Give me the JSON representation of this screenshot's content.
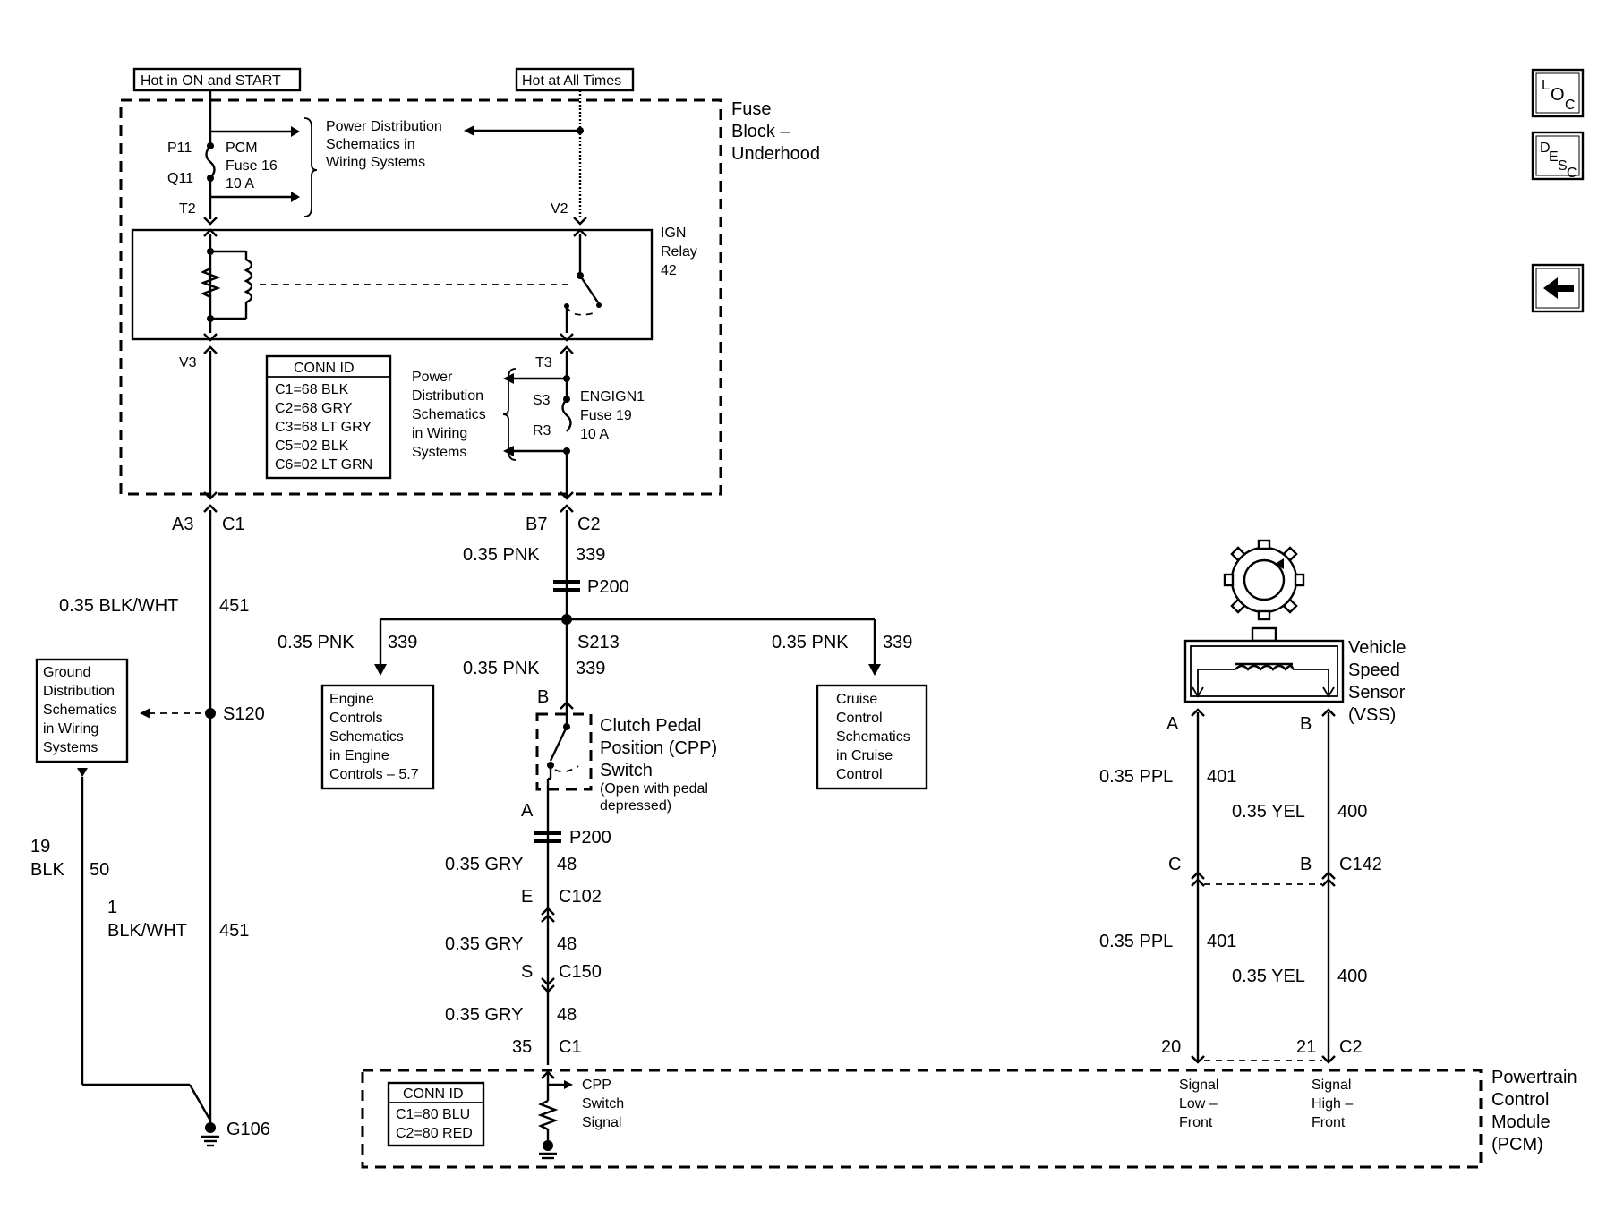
{
  "power_sources": {
    "hot_on_start": "Hot in ON and START",
    "hot_all_times": "Hot at All Times"
  },
  "fuse_block": {
    "title_line1": "Fuse",
    "title_line2": "Block –",
    "title_line3": "Underhood",
    "pd_top_line1": "Power Distribution",
    "pd_top_line2": "Schematics in",
    "pd_top_line3": "Wiring Systems",
    "pcm_fuse_line1": "PCM",
    "pcm_fuse_line2": "Fuse 16",
    "pcm_fuse_line3": "10 A",
    "p11": "P11",
    "q11": "Q11",
    "t2": "T2",
    "v2": "V2",
    "v3": "V3",
    "t3": "T3",
    "s3": "S3",
    "r3": "R3",
    "relay_line1": "IGN",
    "relay_line2": "Relay",
    "relay_line3": "42",
    "conn_header": "CONN ID",
    "conn_rows": [
      "C1=68 BLK",
      "C2=68 GRY",
      "C3=68 LT GRY",
      "C5=02 BLK",
      "C6=02 LT GRN"
    ],
    "pd_mid_line1": "Power",
    "pd_mid_line2": "Distribution",
    "pd_mid_line3": "Schematics",
    "pd_mid_line4": "in Wiring",
    "pd_mid_line5": "Systems",
    "engign_line1": "ENGIGN1",
    "engign_line2": "Fuse 19",
    "engign_line3": "10 A"
  },
  "left_circuit": {
    "a3": "A3",
    "c1": "C1",
    "wire_label": "0.35 BLK/WHT",
    "wire_num": "451",
    "gd_line1": "Ground",
    "gd_line2": "Distribution",
    "gd_line3": "Schematics",
    "gd_line4": "in Wiring",
    "gd_line5": "Systems",
    "s120": "S120",
    "blk_19": "19",
    "blk_label": "BLK",
    "blk_num": "50",
    "lower_1": "1",
    "lower_label": "BLK/WHT",
    "lower_num": "451",
    "ground": "G106"
  },
  "center_circuit": {
    "b7": "B7",
    "c2": "C2",
    "wire1_label": "0.35 PNK",
    "wire1_num": "339",
    "p200_top": "P200",
    "s213": "S213",
    "left_branch_label": "0.35 PNK",
    "left_branch_num": "339",
    "mid_branch_label": "0.35 PNK",
    "mid_branch_num": "339",
    "right_branch_label": "0.35 PNK",
    "right_branch_num": "339",
    "engine_line1": "Engine",
    "engine_line2": "Controls",
    "engine_line3": "Schematics",
    "engine_line4": "in Engine",
    "engine_line5": "Controls – 5.7",
    "cruise_line1": "Cruise",
    "cruise_line2": "Control",
    "cruise_line3": "Schematics",
    "cruise_line4": "in Cruise",
    "cruise_line5": "Control",
    "pin_b": "B",
    "cpp_line1": "Clutch Pedal",
    "cpp_line2": "Position (CPP)",
    "cpp_line3": "Switch",
    "cpp_note1": "(Open with pedal",
    "cpp_note2": "depressed)",
    "pin_a": "A",
    "p200_bottom": "P200",
    "gry1_label": "0.35 GRY",
    "gry1_num": "48",
    "e": "E",
    "c102": "C102",
    "gry2_label": "0.35 GRY",
    "gry2_num": "48",
    "s": "S",
    "c150": "C150",
    "gry3_label": "0.35 GRY",
    "gry3_num": "48",
    "pin35": "35",
    "c1": "C1"
  },
  "vss": {
    "title_line1": "Vehicle",
    "title_line2": "Speed",
    "title_line3": "Sensor",
    "title_line4": "(VSS)",
    "pin_a": "A",
    "pin_b": "B",
    "ppl1_label": "0.35 PPL",
    "ppl1_num": "401",
    "yel1_label": "0.35 YEL",
    "yel1_num": "400",
    "pin_c": "C",
    "pin_b2": "B",
    "c142": "C142",
    "ppl2_label": "0.35 PPL",
    "ppl2_num": "401",
    "yel2_label": "0.35 YEL",
    "yel2_num": "400",
    "pin20": "20",
    "pin21": "21",
    "c2": "C2"
  },
  "pcm": {
    "title_line1": "Powertrain",
    "title_line2": "Control",
    "title_line3": "Module",
    "title_line4": "(PCM)",
    "conn_header": "CONN ID",
    "conn_rows": [
      "C1=80 BLU",
      "C2=80 RED"
    ],
    "cpp_sig_line1": "CPP",
    "cpp_sig_line2": "Switch",
    "cpp_sig_line3": "Signal",
    "sig_low_line1": "Signal",
    "sig_low_line2": "Low –",
    "sig_low_line3": "Front",
    "sig_high_line1": "Signal",
    "sig_high_line2": "High –",
    "sig_high_line3": "Front"
  },
  "nav_buttons": {
    "loc_l": "L",
    "loc_o": "O",
    "loc_c": "C",
    "desc_d": "D",
    "desc_e": "E",
    "desc_s": "S",
    "desc_c": "C"
  }
}
